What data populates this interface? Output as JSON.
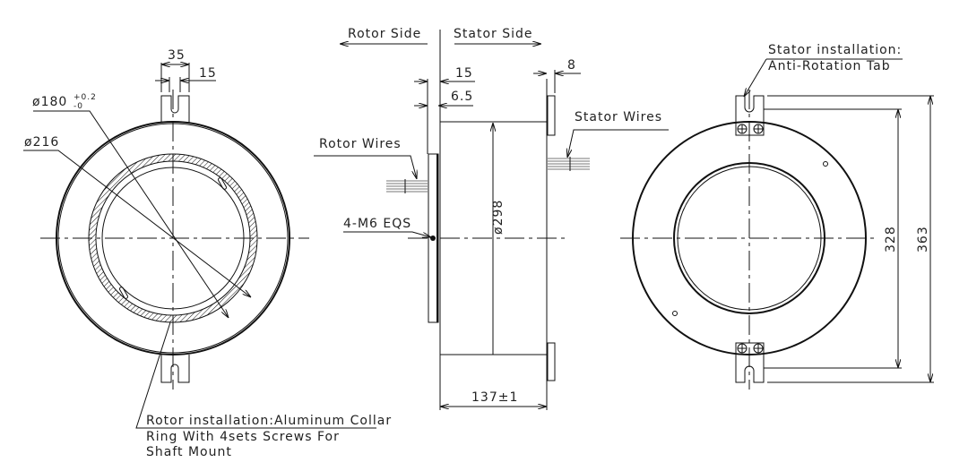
{
  "left_view": {
    "dim_tab_width": "35",
    "dim_slot_width": "15",
    "dim_inner_dia": "ø180",
    "dim_inner_tol_upper": "+0.2",
    "dim_inner_tol_lower": "-0",
    "dim_outer_dia": "ø216",
    "note_line1": "Rotor installation:Aluminum Collar",
    "note_line2": "Ring With 4sets Screws For",
    "note_line3": "Shaft Mount"
  },
  "side_view": {
    "rotor_side": "Rotor Side",
    "stator_side": "Stator Side",
    "dim_15": "15",
    "dim_6_5": "6.5",
    "dim_8": "8",
    "rotor_wires": "Rotor Wires",
    "stator_wires": "Stator Wires",
    "screws": "4-M6 EQS",
    "dim_dia": "ø298",
    "dim_length": "137±1"
  },
  "right_view": {
    "note_line1": "Stator installation:",
    "note_line2": "Anti-Rotation Tab",
    "dim_328": "328",
    "dim_363": "363"
  }
}
